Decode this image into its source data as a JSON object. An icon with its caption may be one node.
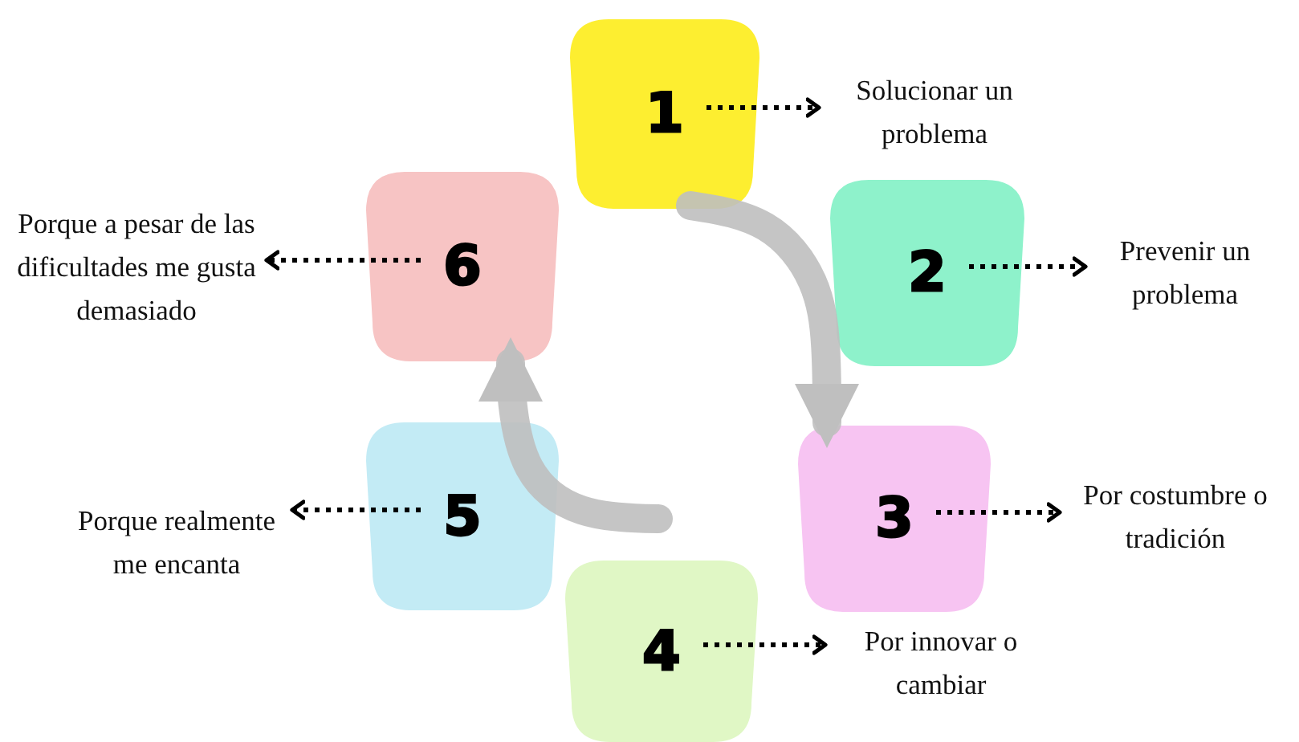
{
  "diagram": {
    "nodes": [
      {
        "text": [
          "1"
        ]
      },
      {
        "text": [
          "2"
        ]
      },
      {
        "text": [
          "3"
        ]
      },
      {
        "text": [
          "4"
        ]
      },
      {
        "text": [
          "5"
        ]
      },
      {
        "text": [
          "6"
        ]
      },
      {
        "text": [
          "Solucionar un problema"
        ]
      },
      {
        "text": [
          "Prevenir un problema"
        ]
      },
      {
        "text": [
          "Por costumbre o tradición"
        ]
      },
      {
        "text": [
          "Por innovar o cambiar"
        ]
      },
      {
        "text": [
          "Porque realmente me encanta"
        ]
      },
      {
        "text": [
          "Porque a pesar de las dificultades me gusta demasiado"
        ]
      }
    ],
    "edges": [
      {
        "from": 0,
        "to": 6,
        "arrow": "to",
        "style": "dashed"
      },
      {
        "from": 1,
        "to": 7,
        "arrow": "to",
        "style": "dashed"
      },
      {
        "from": 2,
        "to": 8,
        "arrow": "to",
        "style": "dashed"
      },
      {
        "from": 3,
        "to": 9,
        "arrow": "to",
        "style": "dashed"
      },
      {
        "from": 4,
        "to": 10,
        "arrow": "to",
        "style": "dashed"
      },
      {
        "from": 5,
        "to": 11,
        "arrow": "to",
        "style": "dashed"
      },
      {
        "from": 0,
        "to": 2,
        "arrow": "to",
        "style": "thick",
        "color": "#bfbfbf"
      },
      {
        "from": null,
        "to": 5,
        "arrow": "to",
        "style": "thick",
        "color": "#bfbfbf"
      }
    ]
  }
}
